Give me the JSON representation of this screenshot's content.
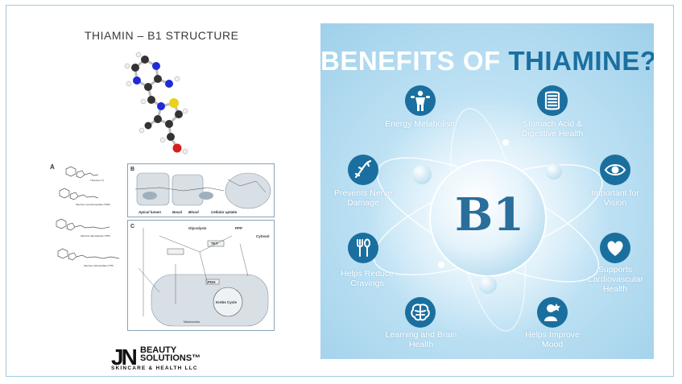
{
  "left": {
    "title": "THIAMIN – B1 STRUCTURE",
    "panel_a": {
      "letter": "A",
      "captions": [
        "Thiamine (T)",
        "thiamine monophosphate (TMP)",
        "thiamine diphosphate (TPP)",
        "thiamine triphosphate (TTP)"
      ]
    },
    "panel_b": {
      "letter": "B",
      "labels": [
        "Apical lumen",
        "Basal",
        "Blood",
        "Cellular uptake"
      ]
    },
    "panel_c": {
      "letter": "C",
      "labels": [
        "Glycolysis",
        "PPP",
        "Cytosol",
        "TKT",
        "PDH",
        "Krebs Cycle",
        "Mitochondria"
      ]
    }
  },
  "logo": {
    "mark": "JN",
    "line1": "BEAUTY",
    "line2": "SOLUTIONS™",
    "sub": "SKINCARE & HEALTH LLC"
  },
  "infographic": {
    "title_part1": "BENEFITS OF ",
    "title_part2": "THIAMINE?",
    "center": "B1",
    "colors": {
      "icon_fill": "#1a6f9f",
      "title_accent": "#1a6f9f",
      "center_text": "#2a6e9b"
    },
    "benefits": [
      {
        "label": "Energy Metabolism",
        "icon": "strongman-icon"
      },
      {
        "label": "Stomach Acid & Digestive Health",
        "icon": "intestine-icon"
      },
      {
        "label": "Prevents Nerve Damage",
        "icon": "nerve-icon"
      },
      {
        "label": "Important for Vision",
        "icon": "eye-icon"
      },
      {
        "label": "Helps Reduce Cravings",
        "icon": "fork-spoon-icon"
      },
      {
        "label": "Supports Cardiovascular Health",
        "icon": "heart-icon"
      },
      {
        "label": "Learning and Brain Health",
        "icon": "brain-icon"
      },
      {
        "label": "Helps Improve Mood",
        "icon": "mood-icon"
      }
    ]
  }
}
